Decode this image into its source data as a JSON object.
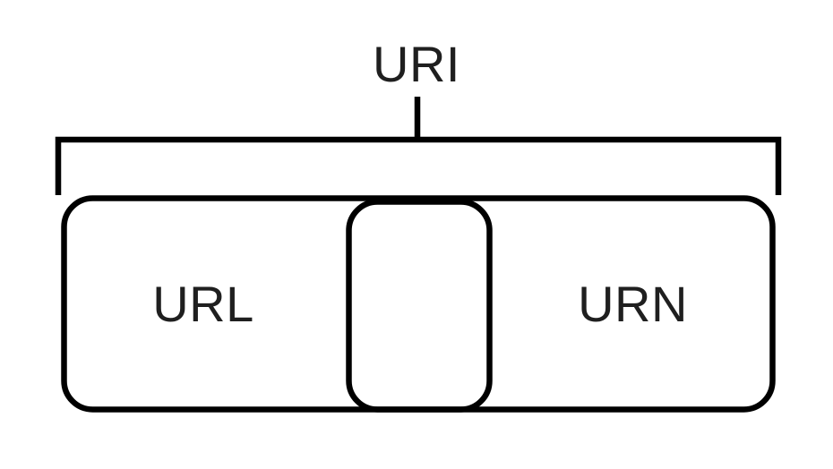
{
  "diagram": {
    "type": "venn-containment",
    "title_label": "URI",
    "background_color": "#ffffff",
    "stroke_color": "#000000",
    "text_color": "#1f1f1f",
    "bracket": {
      "name": "uri-span-bracket",
      "connector_label": "URI",
      "spans": [
        "URL",
        "URN"
      ]
    },
    "boxes": [
      {
        "id": "outer",
        "label": "",
        "role": "uri-superset-container"
      },
      {
        "id": "url",
        "label": "URL",
        "role": "uniform-resource-locator-region"
      },
      {
        "id": "overlap",
        "label": "",
        "role": "url-urn-intersection-region"
      },
      {
        "id": "urn",
        "label": "URN",
        "role": "uniform-resource-name-region"
      }
    ]
  }
}
